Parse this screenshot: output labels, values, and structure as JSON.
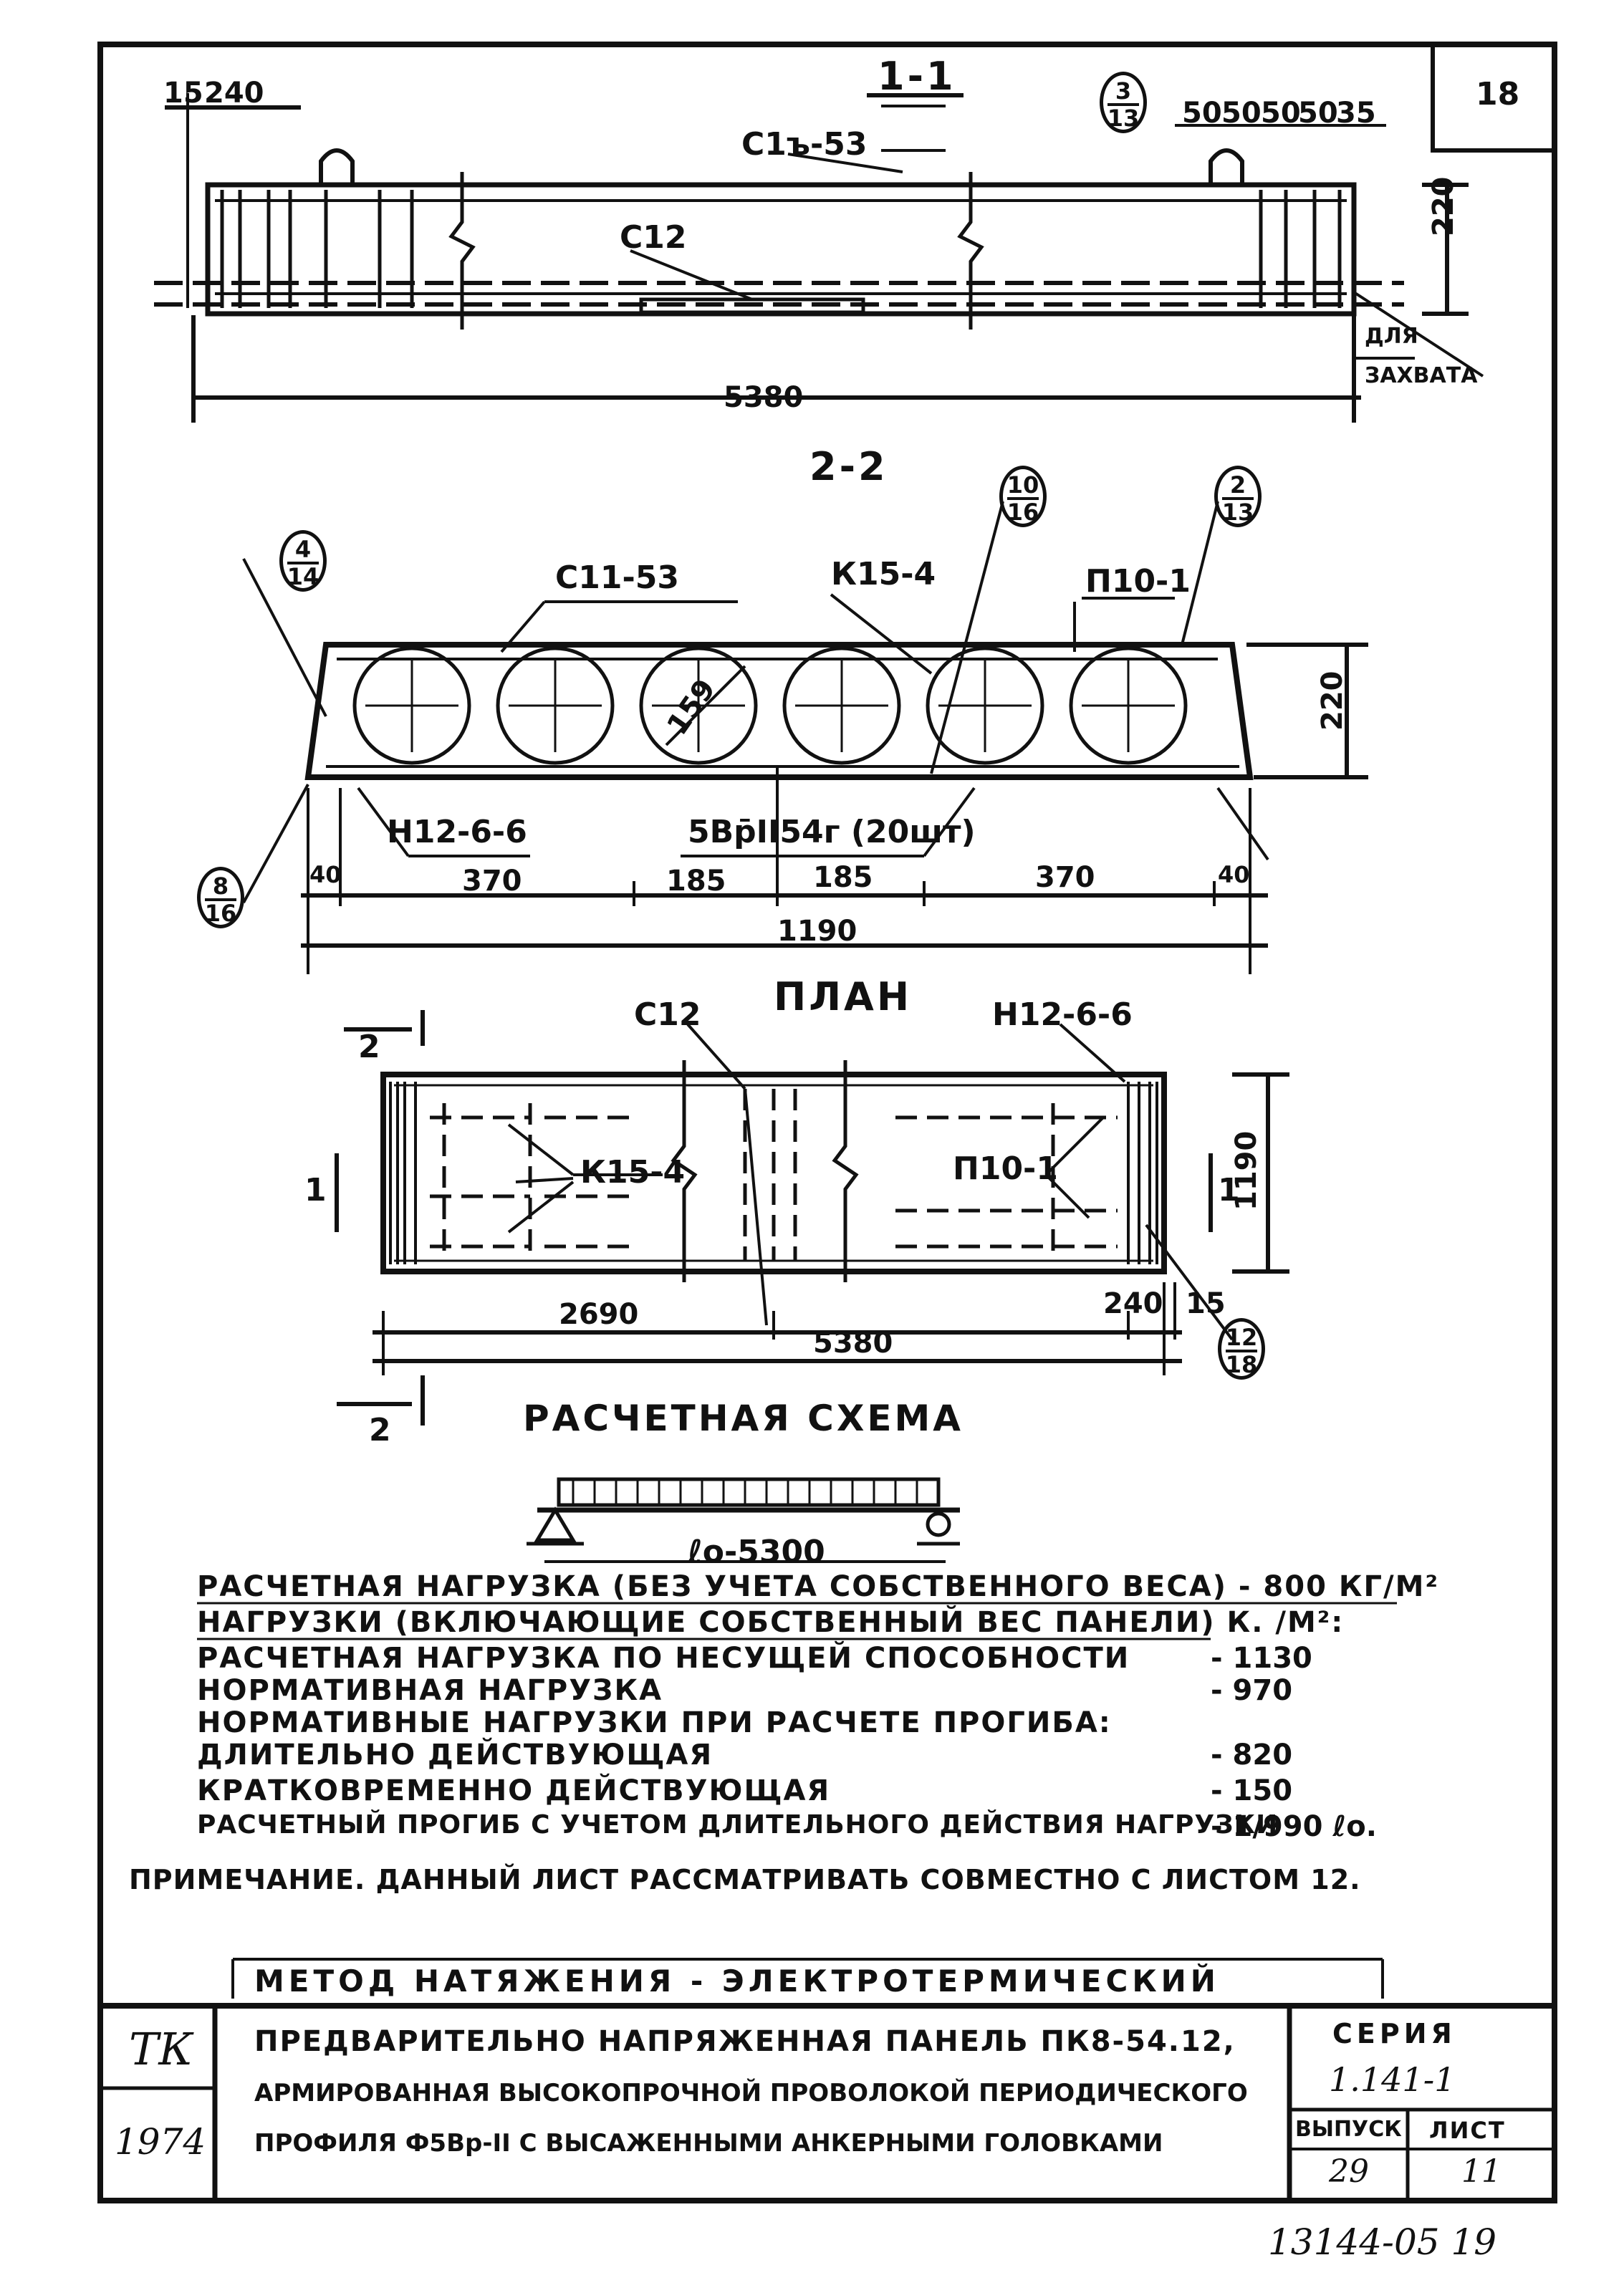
{
  "sheet_number": "18",
  "section_1": {
    "title": "1-1",
    "dims_top": [
      "15",
      "240"
    ],
    "dims_right": [
      "50",
      "50",
      "50",
      "50",
      "35"
    ],
    "callout": {
      "num": "3",
      "den": "13"
    },
    "label_frame": "С1ъ-53",
    "label_net": "С12",
    "height": "220",
    "length": "5380",
    "grip_note_line1": "ДЛЯ",
    "grip_note_line2": "ЗАХВАТА"
  },
  "section_2": {
    "title": "2-2",
    "label_c11": "С11-53",
    "label_k15": "К15-4",
    "label_p10": "П10-1",
    "diameter": "159",
    "height": "220",
    "label_mesh": "Н12-6-6",
    "label_wire": "5Вр̄II54г (20шт)",
    "callout_left_top": {
      "num": "4",
      "den": "14"
    },
    "callout_left_bottom": {
      "num": "8",
      "den": "16"
    },
    "callout_mid": {
      "num": "10",
      "den": "16"
    },
    "callout_right": {
      "num": "2",
      "den": "13"
    },
    "dims_bottom": [
      "40",
      "370",
      "185",
      "185",
      "370",
      "40"
    ],
    "width": "1190"
  },
  "plan": {
    "title": "ПЛАН",
    "label_c12": "С12",
    "label_mesh": "Н12-6-6",
    "label_k15": "К15-4",
    "label_p10": "П10-1",
    "section_mark_2": "2",
    "section_mark_1": "1",
    "width": "1190",
    "dim_half": "2690",
    "dim_total": "5380",
    "dim_240": "240",
    "dim_15": "15",
    "callout": {
      "num": "12",
      "den": "18"
    }
  },
  "scheme": {
    "title": "РАСЧЕТНАЯ СХЕМА",
    "span": "ℓо-5300"
  },
  "notes": {
    "design_load": "РАСЧЕТНАЯ НАГРУЗКА (БЕЗ УЧЕТА СОБСТВЕННОГО ВЕСА) - 800 КГ/М²",
    "loads_header": "НАГРУЗКИ (ВКЛЮЧАЮЩИЕ СОБСТВЕННЫЙ ВЕС ПАНЕЛИ) К. /М²:",
    "rows": [
      {
        "label": "РАСЧЕТНАЯ НАГРУЗКА ПО НЕСУЩЕЙ СПОСОБНОСТИ",
        "value": "- 1130"
      },
      {
        "label": "НОРМАТИВНАЯ НАГРУЗКА",
        "value": "- 970"
      },
      {
        "label": "НОРМАТИВНЫЕ НАГРУЗКИ ПРИ РАСЧЕТЕ ПРОГИБА:",
        "value": ""
      },
      {
        "label": "ДЛИТЕЛЬНО ДЕЙСТВУЮЩАЯ",
        "value": "- 820"
      },
      {
        "label": "КРАТКОВРЕМЕННО ДЕЙСТВУЮЩАЯ",
        "value": "- 150"
      },
      {
        "label": "РАСЧЕТНЫЙ ПРОГИБ С УЧЕТОМ ДЛИТЕЛЬНОГО ДЕЙСТВИЯ НАГРУЗКИ",
        "value": "- 1/990 ℓо."
      }
    ],
    "remark": "ПРИМЕЧАНИЕ. ДАННЫЙ ЛИСТ РАССМАТРИВАТЬ СОВМЕСТНО С ЛИСТОМ 12.",
    "method": "МЕТОД НАТЯЖЕНИЯ - ЭЛЕКТРОТЕРМИЧЕСКИЙ"
  },
  "title_block": {
    "org": "ТК",
    "year": "1974",
    "title_line1": "ПРЕДВАРИТЕЛЬНО НАПРЯЖЕННАЯ ПАНЕЛЬ ПК8-54.12,",
    "title_line2": "АРМИРОВАННАЯ ВЫСОКОПРОЧНОЙ ПРОВОЛОКОЙ ПЕРИОДИЧЕСКОГО",
    "title_line3": "ПРОФИЛЯ Ф5Вр-II С ВЫСАЖЕННЫМИ АНКЕРНЫМИ ГОЛОВКАМИ",
    "series_label": "СЕРИЯ",
    "series_value": "1.141-1",
    "issue_label": "ВЫПУСК",
    "issue_value": "29",
    "sheet_label": "ЛИСТ",
    "sheet_value": "11"
  },
  "footer_code": "13144-05 19"
}
